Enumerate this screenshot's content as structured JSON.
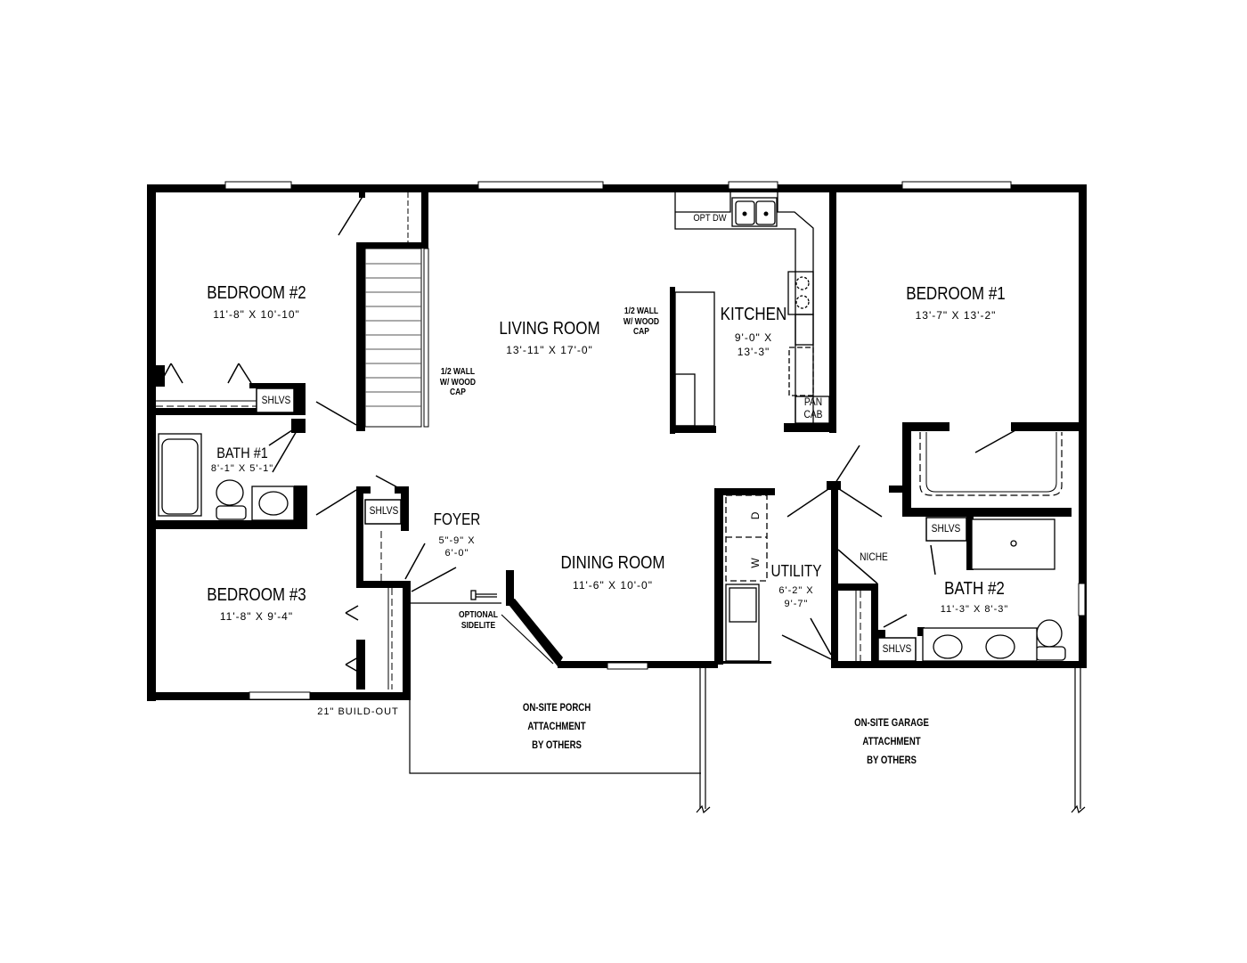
{
  "plan": {
    "rooms": [
      {
        "name": "BEDROOM #2",
        "dims": "11'-8\" X 10'-10\""
      },
      {
        "name": "LIVING ROOM",
        "dims": "13'-11\" X 17'-0\""
      },
      {
        "name": "KITCHEN",
        "dims_line1": "9'-0\" X",
        "dims_line2": "13'-3\""
      },
      {
        "name": "BEDROOM #1",
        "dims": "13'-7\" X 13'-2\""
      },
      {
        "name": "BATH #1",
        "dims": "8'-1\" X 5'-1\""
      },
      {
        "name": "BEDROOM #3",
        "dims": "11'-8\" X 9'-4\""
      },
      {
        "name": "FOYER",
        "dims_line1": "5\"-9\" X",
        "dims_line2": "6'-0\""
      },
      {
        "name": "DINING ROOM",
        "dims": "11'-6\" X 10'-0\""
      },
      {
        "name": "UTILITY",
        "dims_line1": "6'-2\" X",
        "dims_line2": "9'-7\""
      },
      {
        "name": "BATH #2",
        "dims": "11'-3\" X 8'-3\""
      }
    ],
    "notes": {
      "half_wall_1": [
        "1/2 WALL",
        "W/ WOOD",
        "CAP"
      ],
      "half_wall_2": [
        "1/2 WALL",
        "W/ WOOD",
        "CAP"
      ],
      "opt_dw": "OPT DW",
      "pan_cab": [
        "PAN",
        "CAB"
      ],
      "shelves": "SHLVS",
      "niche": "NICHE",
      "optional_sidelite": [
        "OPTIONAL",
        "SIDELITE"
      ],
      "build_out": "21\" BUILD-OUT",
      "washer": "W",
      "dryer": "D"
    },
    "attachments": {
      "porch": [
        "ON-SITE PORCH",
        "ATTACHMENT",
        "BY OTHERS"
      ],
      "garage": [
        "ON-SITE GARAGE",
        "ATTACHMENT",
        "BY OTHERS"
      ]
    }
  }
}
